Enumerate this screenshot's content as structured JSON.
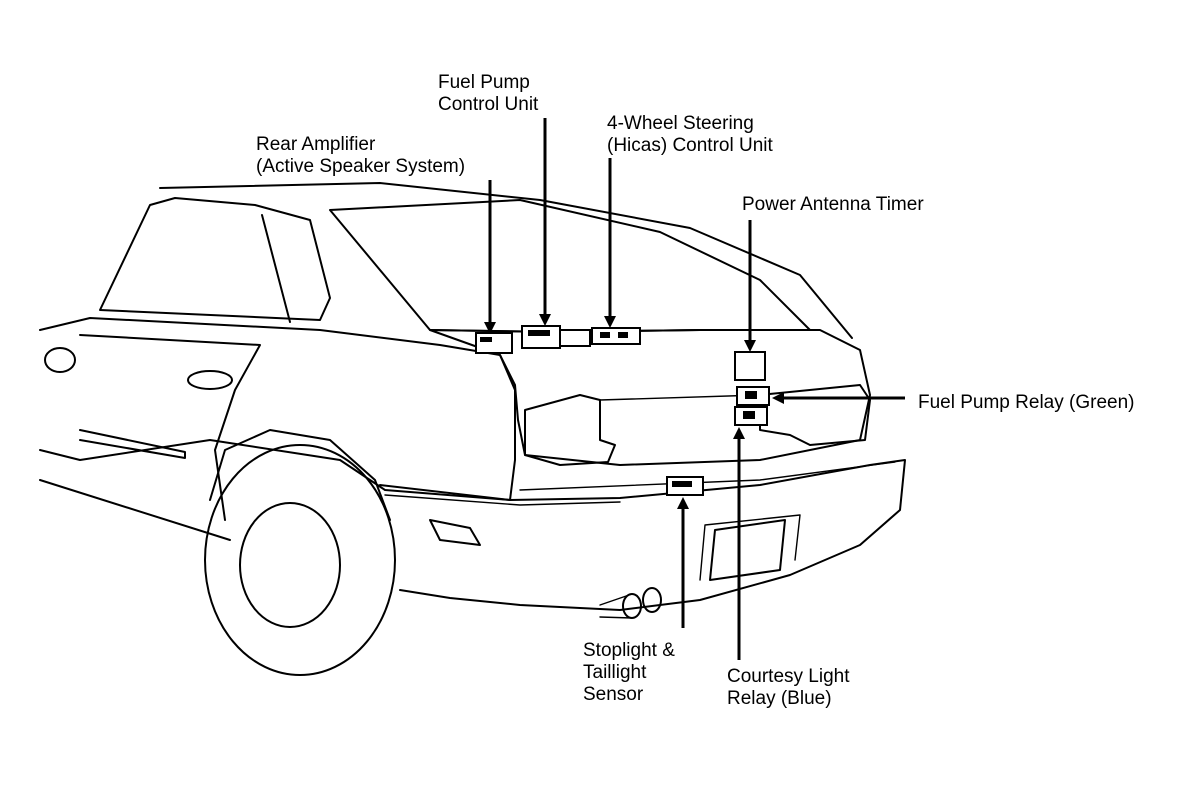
{
  "labels": {
    "fuel_pump_control_unit": [
      "Fuel Pump",
      "Control Unit"
    ],
    "four_wheel_steering": [
      "4-Wheel Steering",
      "(Hicas) Control Unit"
    ],
    "rear_amplifier": [
      "Rear Amplifier",
      "(Active Speaker System)"
    ],
    "power_antenna_timer": [
      "Power Antenna Timer"
    ],
    "fuel_pump_relay": [
      "Fuel Pump Relay (Green)"
    ],
    "stoplight_sensor": [
      "Stoplight &",
      "Taillight",
      "Sensor"
    ],
    "courtesy_light_relay": [
      "Courtesy Light",
      "Relay (Blue)"
    ]
  },
  "colors": {
    "line": "#000000",
    "background": "#ffffff"
  }
}
